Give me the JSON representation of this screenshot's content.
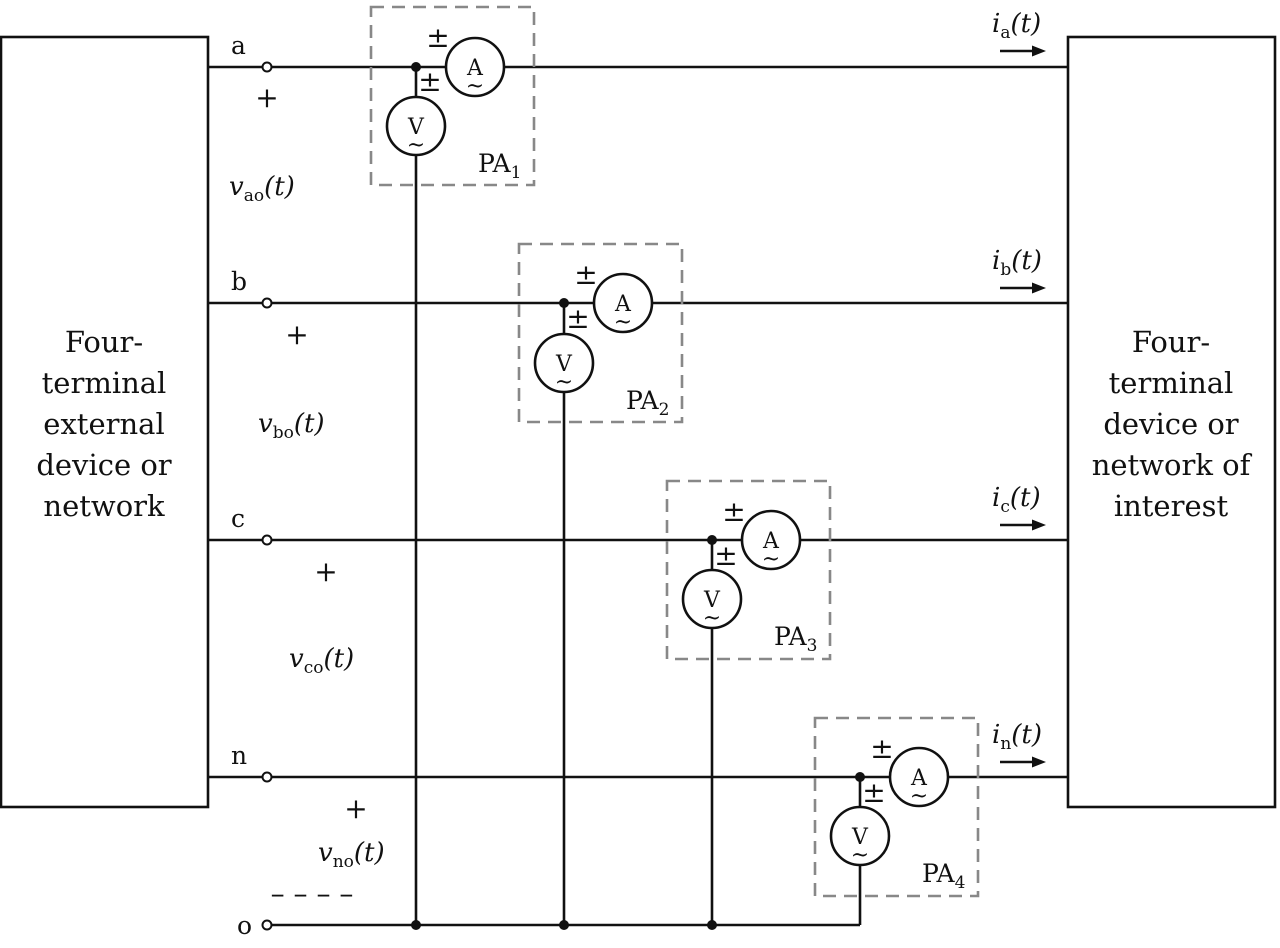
{
  "left_box": {
    "lines": [
      "Four-",
      "terminal",
      "external",
      "device or",
      "network"
    ]
  },
  "right_box": {
    "lines": [
      "Four-",
      "terminal",
      "device or",
      "network of",
      "interest"
    ]
  },
  "terminals": [
    {
      "label": "a",
      "voltage": "v",
      "voltage_sub": "ao",
      "voltage_arg": "(t)",
      "current": "i",
      "current_sub": "a",
      "current_arg": "(t)",
      "pa": "PA",
      "pa_sub": "1",
      "plus": "+"
    },
    {
      "label": "b",
      "voltage": "v",
      "voltage_sub": "bo",
      "voltage_arg": "(t)",
      "current": "i",
      "current_sub": "b",
      "current_arg": "(t)",
      "pa": "PA",
      "pa_sub": "2",
      "plus": "+"
    },
    {
      "label": "c",
      "voltage": "v",
      "voltage_sub": "co",
      "voltage_arg": "(t)",
      "current": "i",
      "current_sub": "c",
      "current_arg": "(t)",
      "pa": "PA",
      "pa_sub": "3",
      "plus": "+"
    },
    {
      "label": "n",
      "voltage": "v",
      "voltage_sub": "no",
      "voltage_arg": "(t)",
      "current": "i",
      "current_sub": "n",
      "current_arg": "(t)",
      "pa": "PA",
      "pa_sub": "4",
      "plus": "+"
    }
  ],
  "reference_terminal": {
    "label": "o",
    "minus": "– – – –"
  },
  "meters": {
    "ammeter": "A",
    "voltmeter": "V",
    "polarity": "±",
    "ac": "~"
  }
}
